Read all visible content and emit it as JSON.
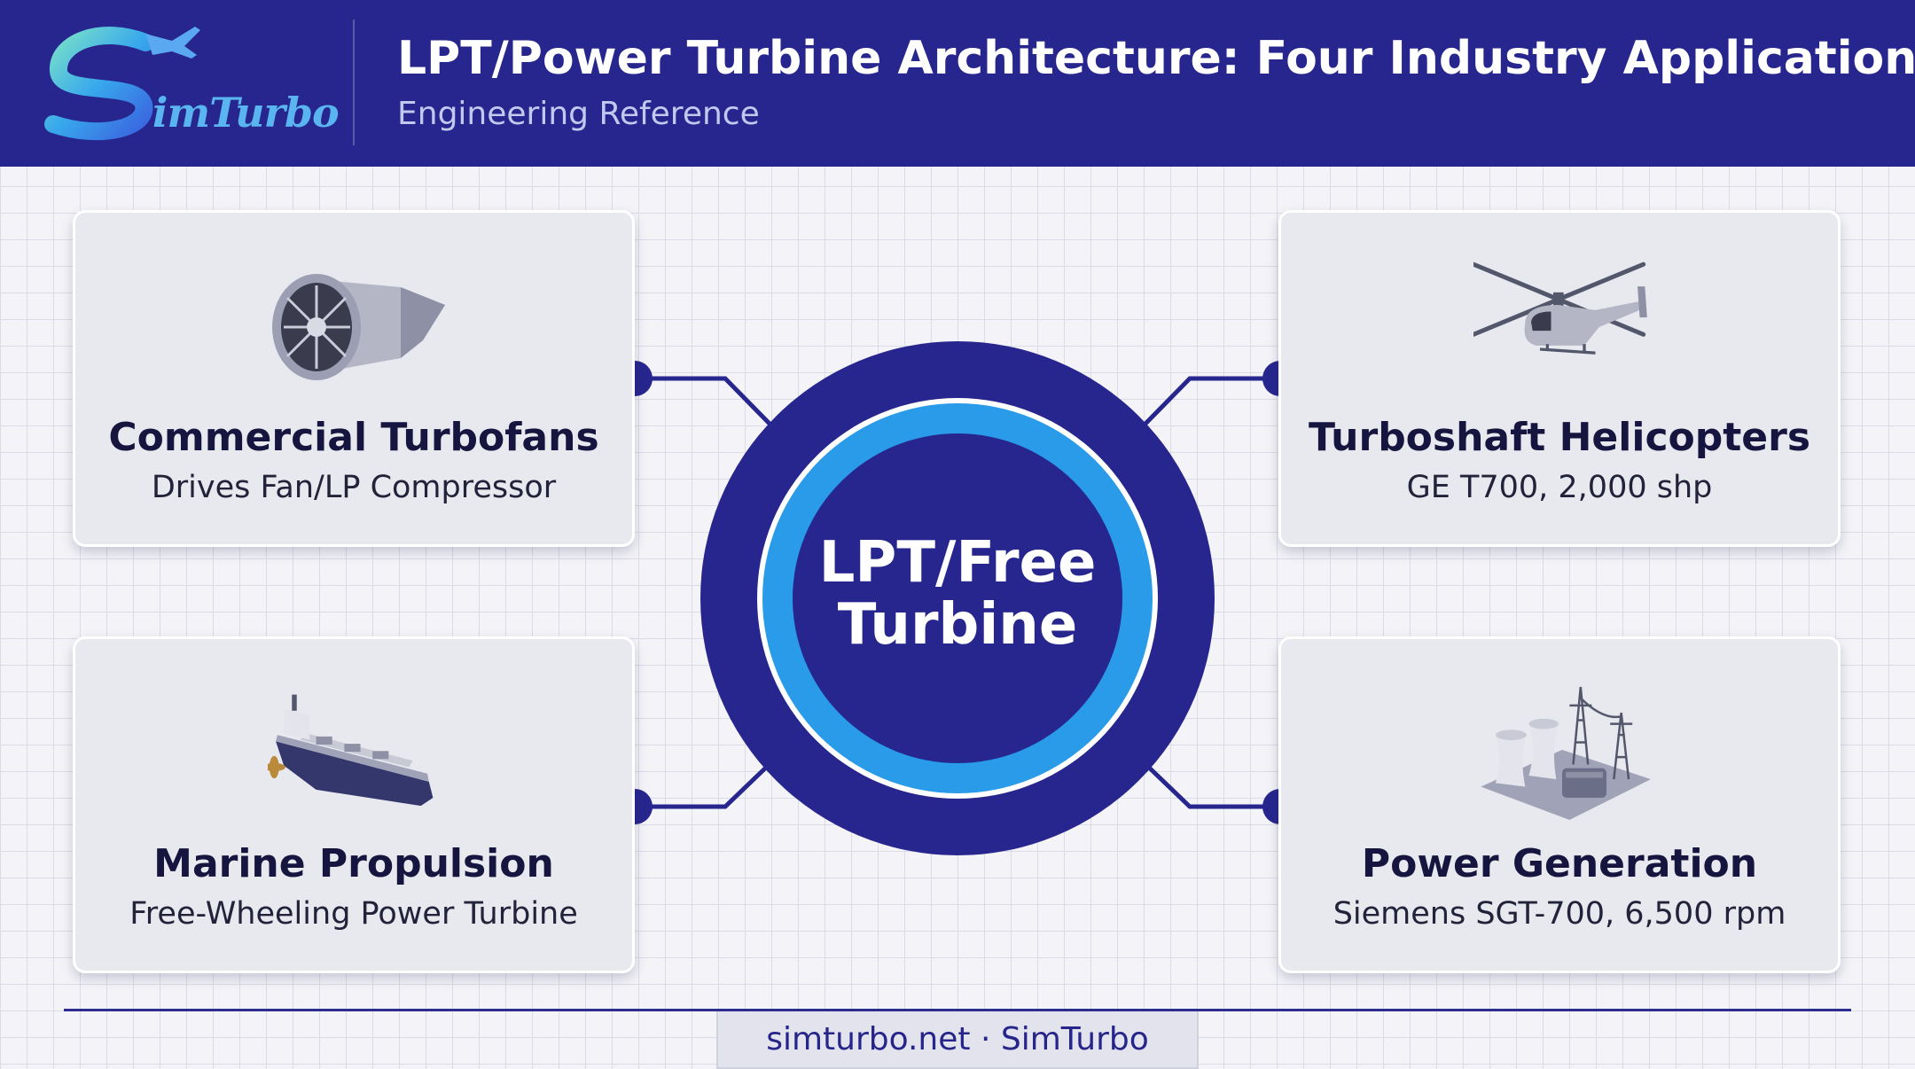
{
  "header": {
    "logo_text": "imTurbo",
    "title": "LPT/Power Turbine Architecture: Four Industry Applications",
    "subtitle": "Engineering Reference"
  },
  "hub": {
    "label": "LPT/Free Turbine"
  },
  "cards": [
    {
      "title": "Commercial Turbofans",
      "subtitle": "Drives Fan/LP Compressor",
      "icon": "turbofan-engine-icon"
    },
    {
      "title": "Turboshaft Helicopters",
      "subtitle": "GE T700, 2,000 shp",
      "icon": "helicopter-icon"
    },
    {
      "title": "Marine Propulsion",
      "subtitle": "Free-Wheeling Power Turbine",
      "icon": "ship-icon"
    },
    {
      "title": "Power Generation",
      "subtitle": "Siemens SGT-700, 6,500 rpm",
      "icon": "power-plant-icon"
    }
  ],
  "footer": {
    "text": "simturbo.net · SimTurbo"
  },
  "colors": {
    "header_bg": "#26268e",
    "hub_outer": "#26268e",
    "hub_ring": "#2a9be8",
    "connector": "#26268e",
    "card_bg": "#e8e9ef"
  }
}
